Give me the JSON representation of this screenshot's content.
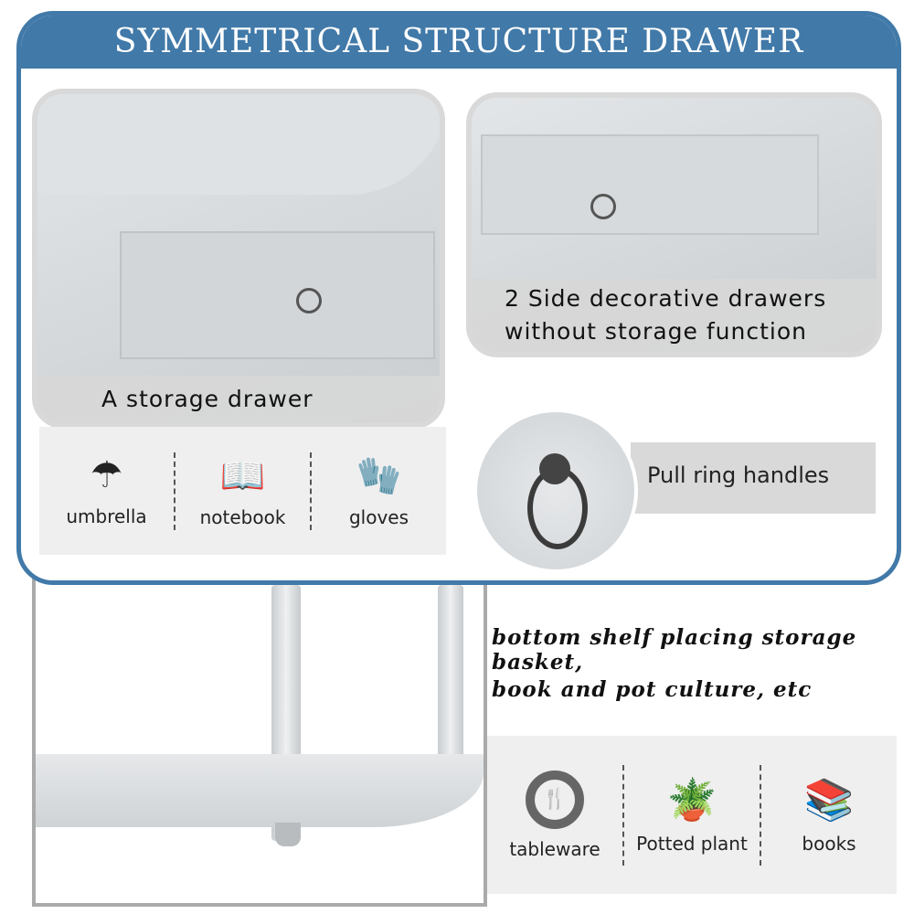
{
  "header": {
    "title": "SYMMETRICAL STRUCTURE DRAWER"
  },
  "panels": {
    "storage_drawer": {
      "caption": "A storage drawer"
    },
    "side_drawers": {
      "caption_line1": "2 Side decorative drawers",
      "caption_line2": "without storage function"
    },
    "handles": {
      "caption": "Pull ring handles"
    }
  },
  "drawer_uses": [
    {
      "label": "umbrella",
      "icon": "umbrella-icon"
    },
    {
      "label": "notebook",
      "icon": "notebook-icon"
    },
    {
      "label": "gloves",
      "icon": "gloves-icon"
    }
  ],
  "shelf": {
    "line1": "bottom shelf placing storage basket,",
    "line2": "book and pot culture, etc"
  },
  "shelf_uses": [
    {
      "label": "tableware",
      "icon": "tableware-icon"
    },
    {
      "label": "Potted plant",
      "icon": "potted-plant-icon"
    },
    {
      "label": "books",
      "icon": "books-icon"
    }
  ],
  "colors": {
    "brand": "#4179a8",
    "panel": "#efefef"
  }
}
